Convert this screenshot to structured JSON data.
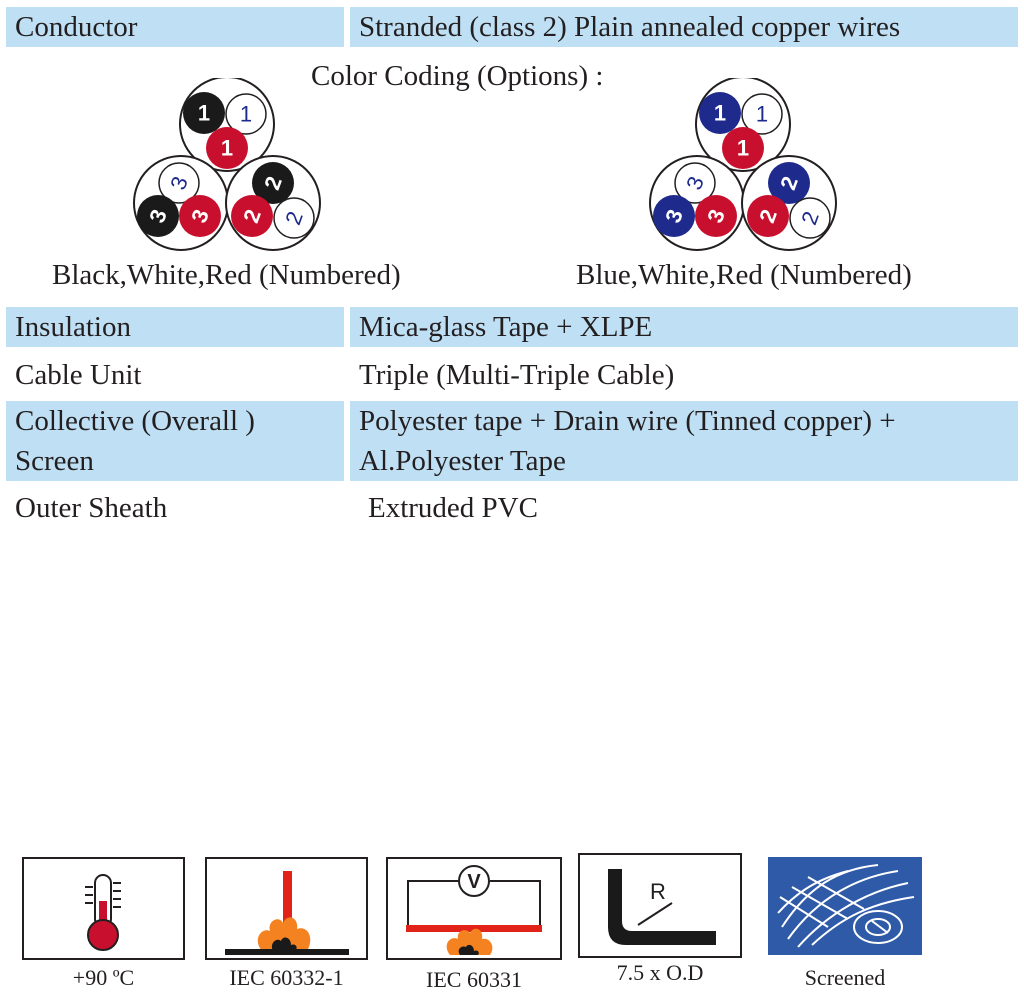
{
  "rows": {
    "conductor": {
      "label": "Conductor",
      "value": "Stranded (class 2) Plain annealed copper wires"
    },
    "insulation": {
      "label": "Insulation",
      "value": "Mica-glass Tape + XLPE"
    },
    "cable_unit": {
      "label": "Cable Unit",
      "value": "Triple (Multi-Triple Cable)"
    },
    "screen": {
      "label_line1": "Collective (Overall )",
      "label_line2": "Screen",
      "value_line1": "Polyester tape + Drain wire (Tinned copper) +",
      "value_line2": "Al.Polyester Tape"
    },
    "sheath": {
      "label": "Outer Sheath",
      "value": "Extruded PVC"
    }
  },
  "color_coding": {
    "title": "Color Coding (Options) :",
    "option1": {
      "caption": "Black,White,Red (Numbered)"
    },
    "option2": {
      "caption": "Blue,White,Red (Numbered)"
    },
    "core_numbers": [
      "1",
      "2",
      "3"
    ]
  },
  "icons": [
    {
      "name": "thermometer-icon",
      "caption": "+90 ºC"
    },
    {
      "name": "flame-test-icon",
      "caption": "IEC 60332-1"
    },
    {
      "name": "voltmeter-flame-icon",
      "caption": "IEC 60331",
      "symbol": "V"
    },
    {
      "name": "bend-radius-icon",
      "caption": "7.5 x O.D",
      "symbol": "R"
    },
    {
      "name": "screened-icon",
      "caption": "Screened"
    }
  ],
  "colors": {
    "row_shade": "#bfe0f4",
    "black": "#1a1a1a",
    "red": "#c8102e",
    "blue": "#1e2a8c",
    "flame": "#f58220",
    "icon_blue": "#2f5aa8"
  }
}
